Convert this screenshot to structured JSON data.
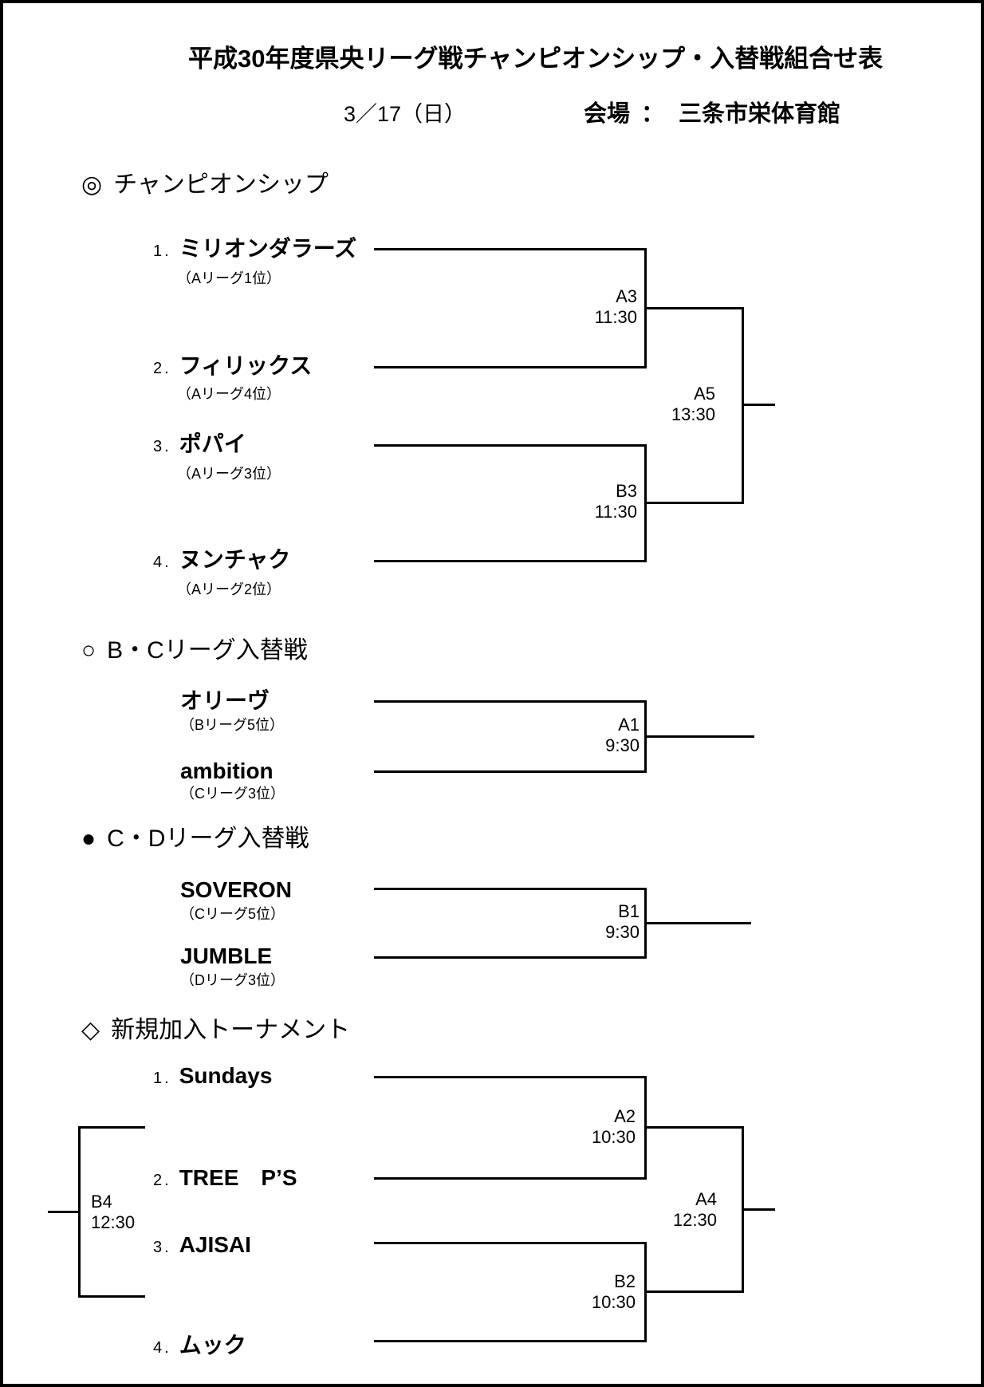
{
  "header": {
    "title": "平成30年度県央リーグ戦チャンピオンシップ・入替戦組合せ表",
    "date": "3／17（日）",
    "venue_label": "会場",
    "venue_colon": "：",
    "venue_name": "三条市栄体育館"
  },
  "sections": [
    {
      "id": "championship",
      "heading_symbol": "◎",
      "heading": "チャンピオンシップ",
      "teams": [
        {
          "number": "1.",
          "name": "ミリオンダラーズ",
          "seed": "（Aリーグ1位）"
        },
        {
          "number": "2.",
          "name": "フィリックス",
          "seed": "（Aリーグ4位）"
        },
        {
          "number": "3.",
          "name": "ポパイ",
          "seed": "（Aリーグ3位）"
        },
        {
          "number": "4.",
          "name": "ヌンチャク",
          "seed": "（Aリーグ2位）"
        }
      ],
      "matches": [
        {
          "code": "A3",
          "time": "11:30"
        },
        {
          "code": "B3",
          "time": "11:30"
        },
        {
          "code": "A5",
          "time": "13:30"
        }
      ]
    },
    {
      "id": "bc_league_playoff",
      "heading_symbol": "○",
      "heading": "B・Cリーグ入替戦",
      "teams": [
        {
          "name": "オリーヴ",
          "seed": "（Bリーグ5位）"
        },
        {
          "name": "ambition",
          "seed": "（Cリーグ3位）"
        }
      ],
      "matches": [
        {
          "code": "A1",
          "time": "9:30"
        }
      ]
    },
    {
      "id": "cd_league_playoff",
      "heading_symbol": "●",
      "heading": "C・Dリーグ入替戦",
      "teams": [
        {
          "name": "SOVERON",
          "seed": "（Cリーグ5位）"
        },
        {
          "name": "JUMBLE",
          "seed": "（Dリーグ3位）"
        }
      ],
      "matches": [
        {
          "code": "B1",
          "time": "9:30"
        }
      ]
    },
    {
      "id": "new_entry_tournament",
      "heading_symbol": "◇",
      "heading": "新規加入トーナメント",
      "teams": [
        {
          "number": "1.",
          "name": "Sundays"
        },
        {
          "number": "2.",
          "name": "TREE　P’S"
        },
        {
          "number": "3.",
          "name": "AJISAI"
        },
        {
          "number": "4.",
          "name": "ムック"
        }
      ],
      "matches": [
        {
          "code": "A2",
          "time": "10:30"
        },
        {
          "code": "B2",
          "time": "10:30"
        },
        {
          "code": "A4",
          "time": "12:30"
        },
        {
          "code": "B4",
          "time": "12:30"
        }
      ]
    }
  ]
}
